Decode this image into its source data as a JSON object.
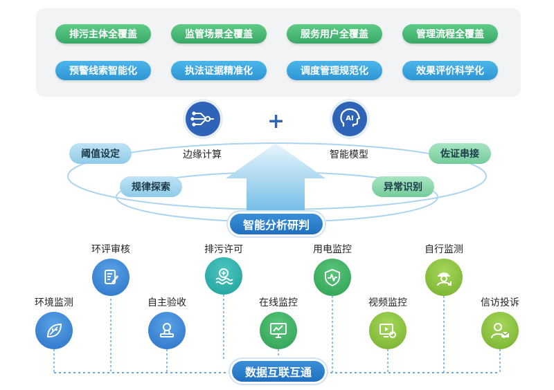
{
  "top_pills": {
    "row1": [
      "排污主体全覆盖",
      "监管场景全覆盖",
      "服务用户全覆盖",
      "管理流程全覆盖"
    ],
    "row2": [
      "预警线索智能化",
      "执法证据精准化",
      "调度管理规范化",
      "效果评价科学化"
    ]
  },
  "middle": {
    "edge_label": "边缘计算",
    "model_label": "智能模型",
    "model_icon_text": "AI",
    "plus": "+",
    "tags": {
      "threshold": "阈值设定",
      "evidence": "佐证串接",
      "pattern": "规律探索",
      "anomaly": "异常识别"
    },
    "banner": "智能分析研判"
  },
  "bottom": {
    "items": [
      "环境监测",
      "环评审核",
      "自主验收",
      "排污许可",
      "在线监控",
      "用电监控",
      "视频监控",
      "自行监测",
      "信访投诉"
    ],
    "banner": "数据互联互通"
  },
  "colors": {
    "green_pill": "#3aa867",
    "blue_pill": "#2d95d3",
    "primary_blue": "#2f63b8",
    "banner_blue": "#2170bf"
  }
}
